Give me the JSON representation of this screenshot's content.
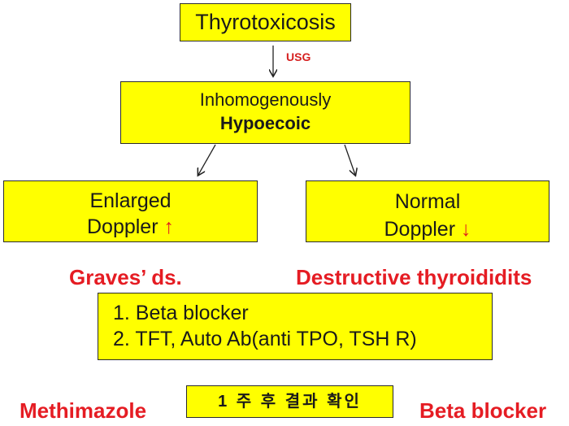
{
  "nodes": {
    "thyrotoxicosis": "Thyrotoxicosis",
    "usg_label": "USG",
    "hypo_line1": "Inhomogenously",
    "hypo_line2": "Hypoecoic",
    "enlarged_line1": "Enlarged",
    "enlarged_line2": "Doppler",
    "enlarged_arrow": "↑",
    "normal_line1": "Normal",
    "normal_line2": "Doppler",
    "normal_arrow": "↓",
    "graves": "Graves’ ds.",
    "destructive": "Destructive thyroididits",
    "therapy_1": "1. Beta blocker",
    "therapy_2": "2. TFT, Auto Ab(anti TPO, TSH R)",
    "result_check": "1 주 후 결과 확인",
    "methimazole": "Methimazole",
    "beta_blocker": "Beta blocker"
  },
  "colors": {
    "box_fill": "#ffff00",
    "accent_red": "#e51c23"
  }
}
